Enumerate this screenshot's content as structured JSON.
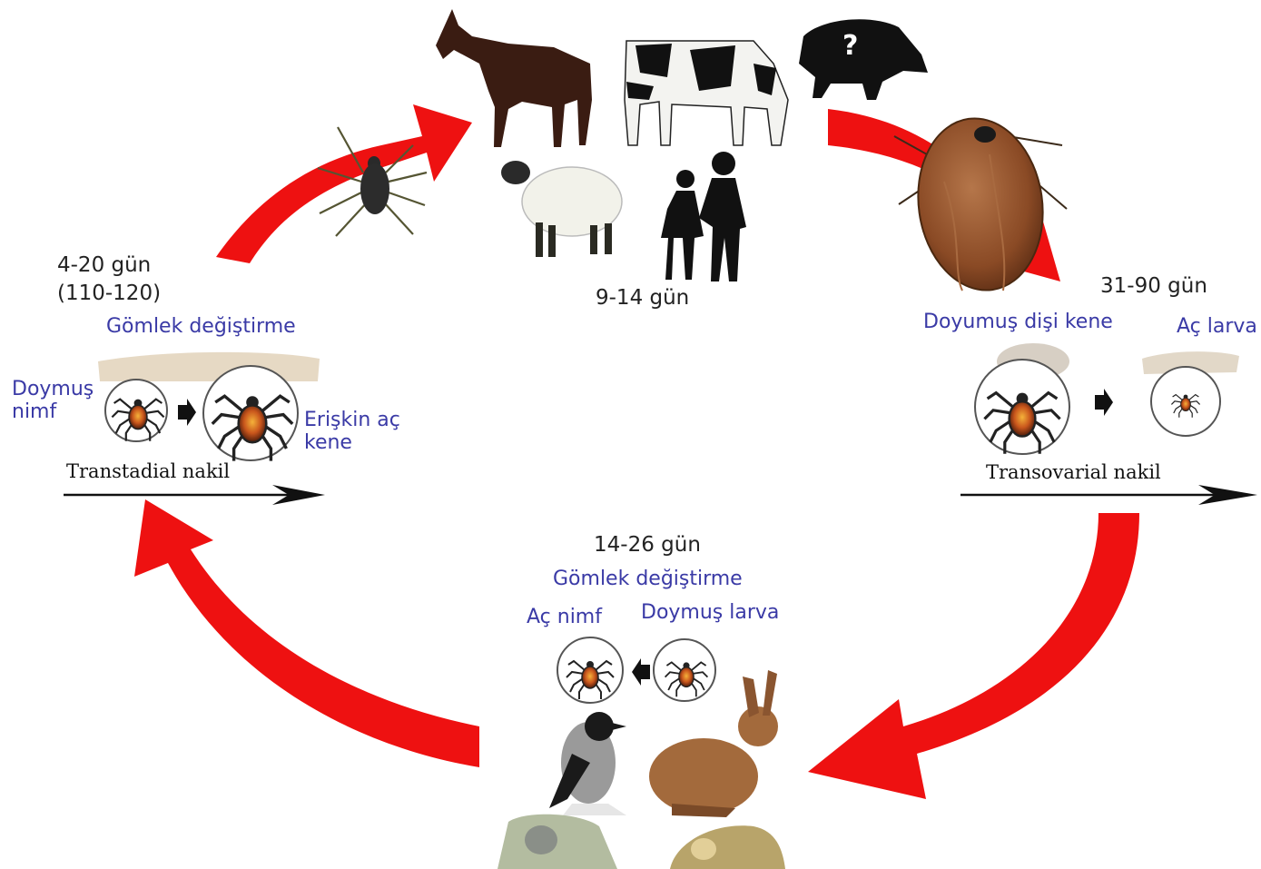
{
  "host_stage": {
    "days": "9-14 gün"
  },
  "transovarial": {
    "days": "31-90 gün",
    "engorged_female": "Doyumuş dişi kene",
    "hungry_larva": "Aç larva",
    "transmission": "Transovarial nakil"
  },
  "larva_stage": {
    "days": "14-26 gün",
    "molting": "Gömlek değiştirme",
    "hungry_nymph": "Aç nimf",
    "engorged_larva": "Doymuş larva"
  },
  "transstadial": {
    "days": "4-20 gün",
    "days_range": "(110-120)",
    "molting": "Gömlek değiştirme",
    "engorged_nymph": "Doymuş nimf",
    "hungry_adult": "Erişkin aç kene",
    "transmission": "Transtadial nakil"
  },
  "unknown_host_marker": "?",
  "colors": {
    "arrow": "#ee1111",
    "label_blue": "#3a3aa6",
    "tick_body": "#b5562a"
  }
}
